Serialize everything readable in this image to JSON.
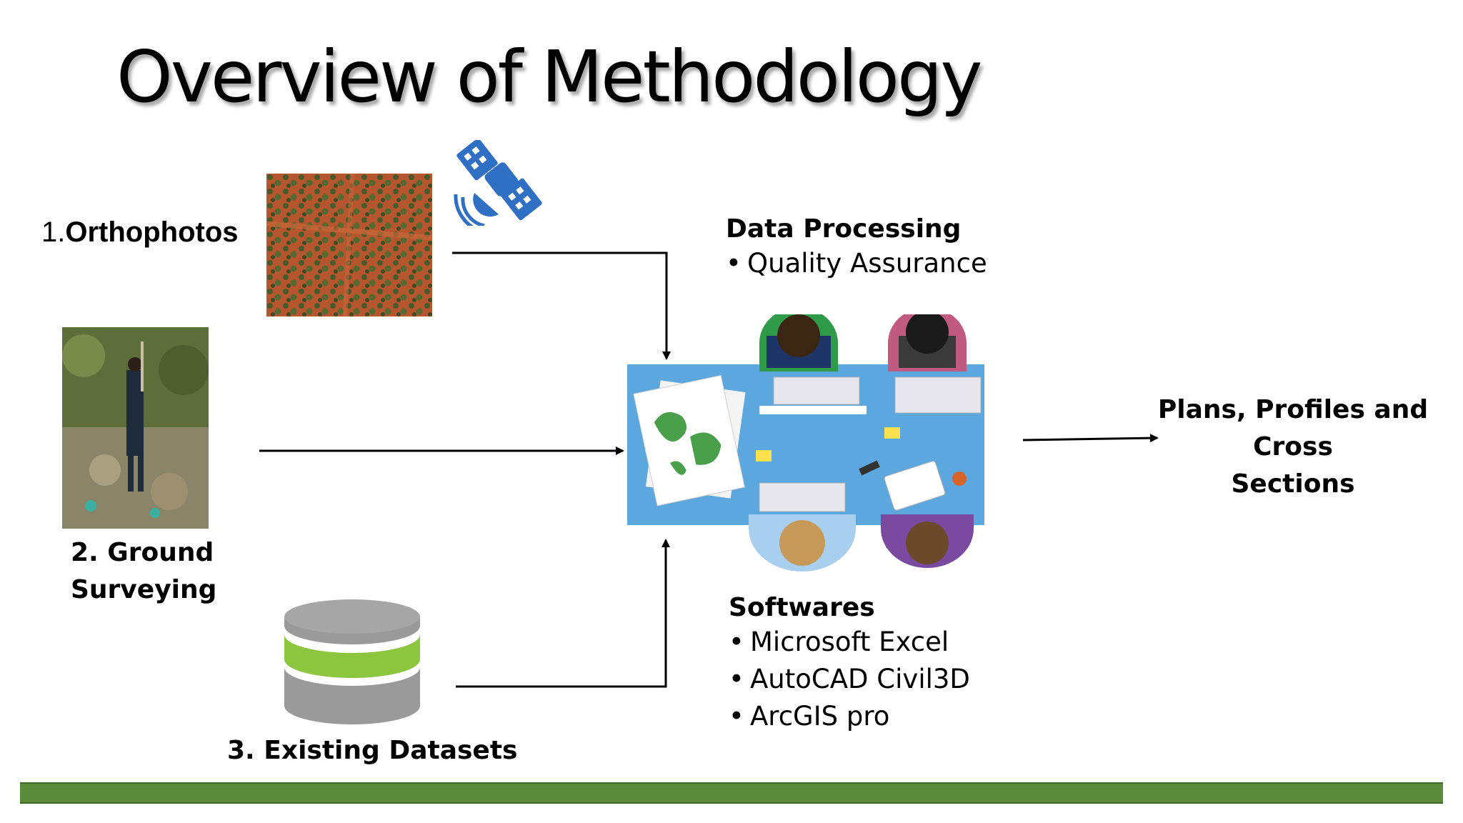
{
  "slide": {
    "title": "Overview of Methodology"
  },
  "inputs": {
    "orthophotos": {
      "number": "1.",
      "label": "Orthophotos"
    },
    "ground_surveying": {
      "label_line1": "2. Ground",
      "label_line2": "Surveying"
    },
    "existing_datasets": {
      "label": "3. Existing Datasets"
    }
  },
  "data_processing": {
    "heading": "Data Processing",
    "items": [
      "Quality Assurance"
    ]
  },
  "softwares": {
    "heading": "Softwares",
    "items": [
      "Microsoft Excel",
      "AutoCAD Civil3D",
      "ArcGIS pro"
    ]
  },
  "outputs": {
    "line1": "Plans, Profiles and Cross",
    "line2": "Sections"
  },
  "icons": {
    "satellite": "satellite-icon",
    "database": "database-icon",
    "team_table": "team-at-table-illustration"
  },
  "colors": {
    "satellite_blue": "#2f6fc4",
    "db_gray": "#9a9a9a",
    "db_green": "#8cc63f",
    "table_blue": "#5ba7de",
    "bottom_bar": "#5a8a3a"
  },
  "bullet": "•"
}
